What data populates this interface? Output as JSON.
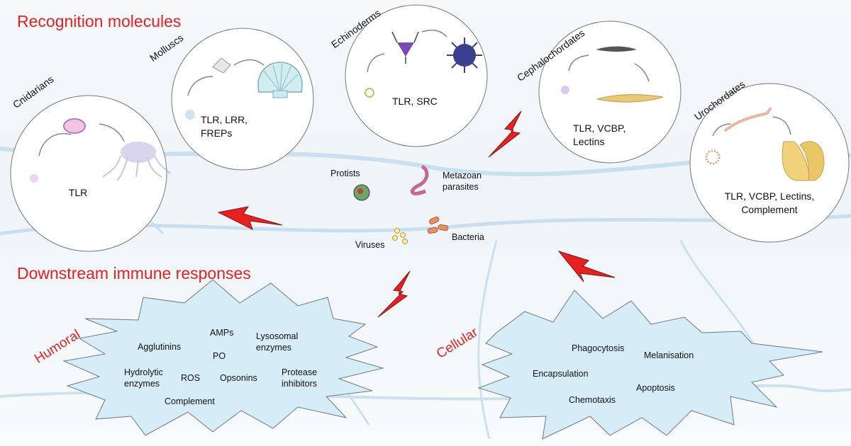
{
  "headings": {
    "recognition": "Recognition molecules",
    "downstream": "Downstream immune responses"
  },
  "groups": [
    {
      "name": "Cnidarians",
      "molecules": "TLR"
    },
    {
      "name": "Molluscs",
      "molecules": "TLR, LRR,\nFREPs"
    },
    {
      "name": "Echinoderms",
      "molecules": "TLR, SRC"
    },
    {
      "name": "Cephalochordates",
      "molecules": "TLR, VCBP,\nLectins"
    },
    {
      "name": "Urochordates",
      "molecules": "TLR, VCBP, Lectins,\nComplement"
    }
  ],
  "pathogens": {
    "protists": "Protists",
    "metazoan": "Metazoan\nparasites",
    "viruses": "Viruses",
    "bacteria": "Bacteria"
  },
  "humoral": {
    "title": "Humoral",
    "terms": [
      "AMPs",
      "Agglutinins",
      "Lysosomal\nenzymes",
      "PO",
      "Hydrolytic\nenzymes",
      "ROS",
      "Opsonins",
      "Protease\ninhibitors",
      "Complement"
    ]
  },
  "cellular": {
    "title": "Cellular",
    "terms": [
      "Phagocytosis",
      "Melanisation",
      "Encapsulation",
      "Apoptosis",
      "Chemotaxis"
    ]
  },
  "colors": {
    "heading": "#e8201f",
    "bolt": "#e8201f",
    "burst_fill": "#d6ecf7",
    "circle_fill": "#ffffff"
  }
}
